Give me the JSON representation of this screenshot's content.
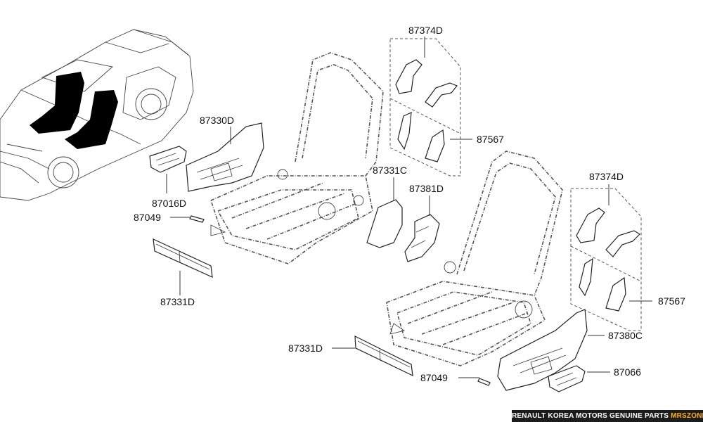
{
  "diagram": {
    "title": "Front seat frame exploded parts diagram",
    "callouts": {
      "c87374D_top": "87374D",
      "c87567_top": "87567",
      "c87330D": "87330D",
      "c87331C": "87331C",
      "c87381D": "87381D",
      "c87016D": "87016D",
      "c87049_left": "87049",
      "c87331D_left": "87331D",
      "c87374D_right": "87374D",
      "c87567_right": "87567",
      "c87380C": "87380C",
      "c87331D_right": "87331D",
      "c87049_right": "87049",
      "c87066": "87066"
    }
  },
  "footer": {
    "text": "RENAULT KOREA MOTORS GENUINE PARTS",
    "brand": "MRSZONE"
  },
  "colors": {
    "line": "#333333",
    "footer_bg": "#1c1c1c",
    "brand": "#ffb400"
  }
}
